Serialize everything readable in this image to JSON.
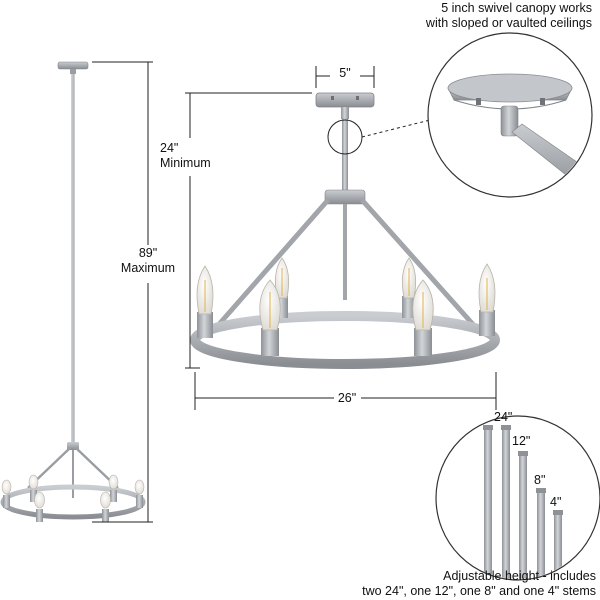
{
  "canopy_note": {
    "line1": "5 inch swivel canopy works",
    "line2": "with sloped or vaulted ceilings"
  },
  "dimensions": {
    "canopy_width": "5\"",
    "min_height_value": "24\"",
    "min_height_label": "Minimum",
    "max_height_value": "89\"",
    "max_height_label": "Maximum",
    "ring_diameter": "26\""
  },
  "stems": {
    "labels": [
      "24\"",
      "12\"",
      "8\"",
      "4\""
    ],
    "caption_line1": "Adjustable height - includes",
    "caption_line2": "two 24\", one 12\", one 8\" and one 4\" stems"
  },
  "colors": {
    "metal": "#a7abb0",
    "metal_dark": "#7f8388",
    "metal_light": "#d4d7da",
    "line": "#222222",
    "bulb_glass": "#f3efe7",
    "filament": "#e0b24a"
  }
}
